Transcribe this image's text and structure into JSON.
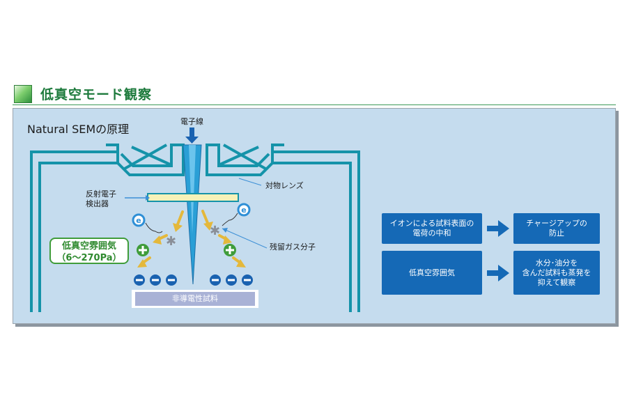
{
  "heading": {
    "title": "低真空モード観察"
  },
  "panel": {
    "title": "Natural SEMの原理"
  },
  "diagram": {
    "beam_label": "電子線",
    "lens_label": "対物レンズ",
    "detector_label": "反射電子\n検出器",
    "gas_label": "残留ガス分子",
    "atmosphere_label": "低真空雰囲気\n（6～270Pa）",
    "sample_label": "非導電性試料",
    "electron_symbol": "e"
  },
  "flow": [
    {
      "cause": "イオンによる試料表面の\n電荷の中和",
      "effect": "チャージアップの\n防止"
    },
    {
      "cause": "低真空雰囲気",
      "effect": "水分･油分を\n含んだ試料も蒸発を\n抑えて観察"
    }
  ],
  "colors": {
    "panel_bg": "#c5dcee",
    "chamber": "#1593a9",
    "beam": "#2a9fd6",
    "arrow_yellow": "#e4b83b",
    "electron_blue": "#2e8fd6",
    "ion_green": "#3f9c3a",
    "flow_box": "#1569b6",
    "heading_green": "#1d7a3c"
  }
}
